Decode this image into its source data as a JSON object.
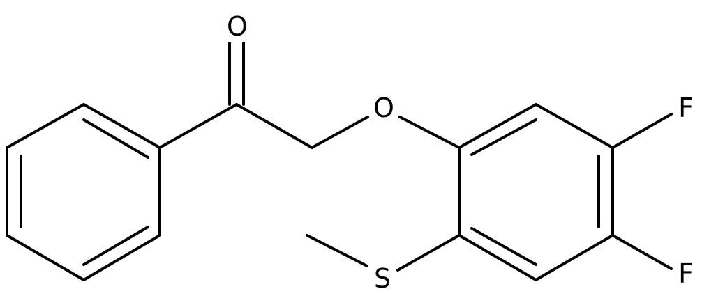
{
  "molecule": {
    "atoms": {
      "carbonyl_oxygen": "O",
      "ether_oxygen": "O",
      "fluorine_upper": "F",
      "fluorine_lower": "F",
      "sulfur": "S"
    }
  },
  "colors": {
    "bond": "#000000",
    "label": "#000000",
    "background": "#ffffff"
  }
}
